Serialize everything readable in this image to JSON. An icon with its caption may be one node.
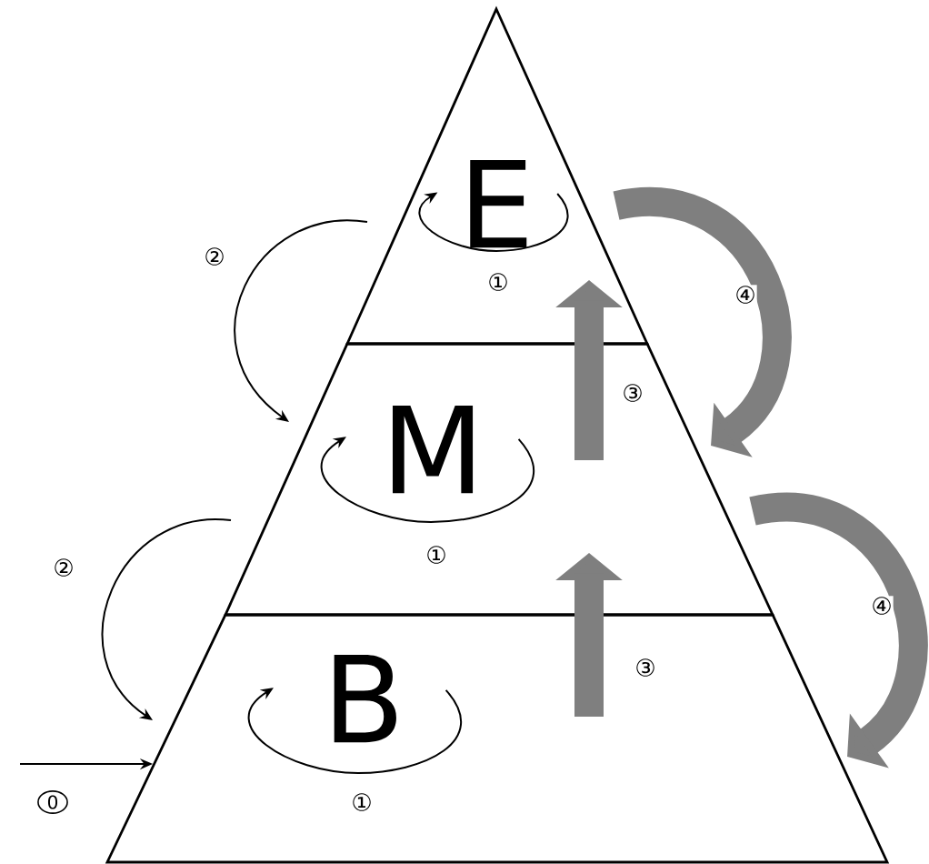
{
  "diagram": {
    "nodes": [
      {
        "text": [
          "E"
        ]
      },
      {
        "text": [
          "M"
        ]
      },
      {
        "text": [
          "B"
        ]
      }
    ],
    "edges": [
      {
        "from": 0,
        "to": 0,
        "arrow": "to",
        "label": "①"
      },
      {
        "from": 1,
        "to": 1,
        "arrow": "to",
        "label": "①"
      },
      {
        "from": 2,
        "to": 2,
        "arrow": "to",
        "label": "①"
      },
      {
        "from": 0,
        "to": 1,
        "arrow": "to",
        "label": "②"
      },
      {
        "from": 1,
        "to": 2,
        "arrow": "to",
        "label": "②"
      },
      {
        "from": null,
        "to": 2,
        "arrow": "to",
        "label": "0"
      },
      {
        "from": 2,
        "to": 1,
        "arrow": "to",
        "label": "③",
        "style": "thick",
        "color": "#7f7f7f"
      },
      {
        "from": 1,
        "to": 0,
        "arrow": "to",
        "label": "③",
        "style": "thick",
        "color": "#7f7f7f"
      },
      {
        "from": 0,
        "to": 1,
        "arrow": "to",
        "label": "④",
        "style": "thick",
        "color": "#7f7f7f"
      },
      {
        "from": 1,
        "to": 2,
        "arrow": "to",
        "label": "④",
        "style": "thick",
        "color": "#7f7f7f"
      }
    ]
  }
}
